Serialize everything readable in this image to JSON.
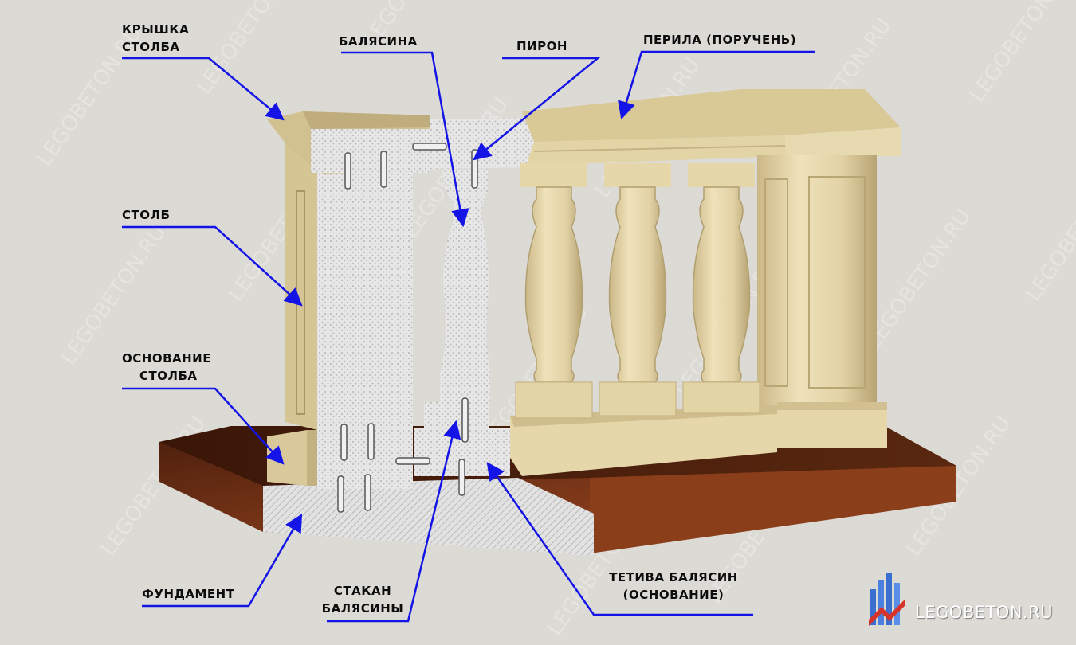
{
  "labels": {
    "post_cap": [
      "КРЫШКА",
      "СТОЛБА"
    ],
    "baluster": "БАЛЯСИНА",
    "pin": "ПИРОН",
    "handrail": "ПЕРИЛА (ПОРУЧЕНЬ)",
    "post": "СТОЛБ",
    "post_base": [
      "ОСНОВАНИЕ",
      "СТОЛБА"
    ],
    "foundation": "ФУНДАМЕНТ",
    "baluster_cup": [
      "СТАКАН",
      "БАЛЯСИНЫ"
    ],
    "stringer": [
      "ТЕТИВА БАЛЯСИН",
      "(ОСНОВАНИЕ)"
    ]
  },
  "brand": {
    "name": "LEGOBETON.RU",
    "watermark": "LEGOBETON.RU"
  },
  "colors": {
    "stone": "#e8d9b0",
    "stone_shade": "#cbb888",
    "stone_dark": "#a89466",
    "section": "#e6e6e6",
    "section_line": "#a8a8a8",
    "soil": "#6a2e12",
    "pointer": "#1414e6",
    "background": "#dcdad5",
    "brand_blue": "#3a6fd0",
    "brand_red": "#d6342a"
  }
}
